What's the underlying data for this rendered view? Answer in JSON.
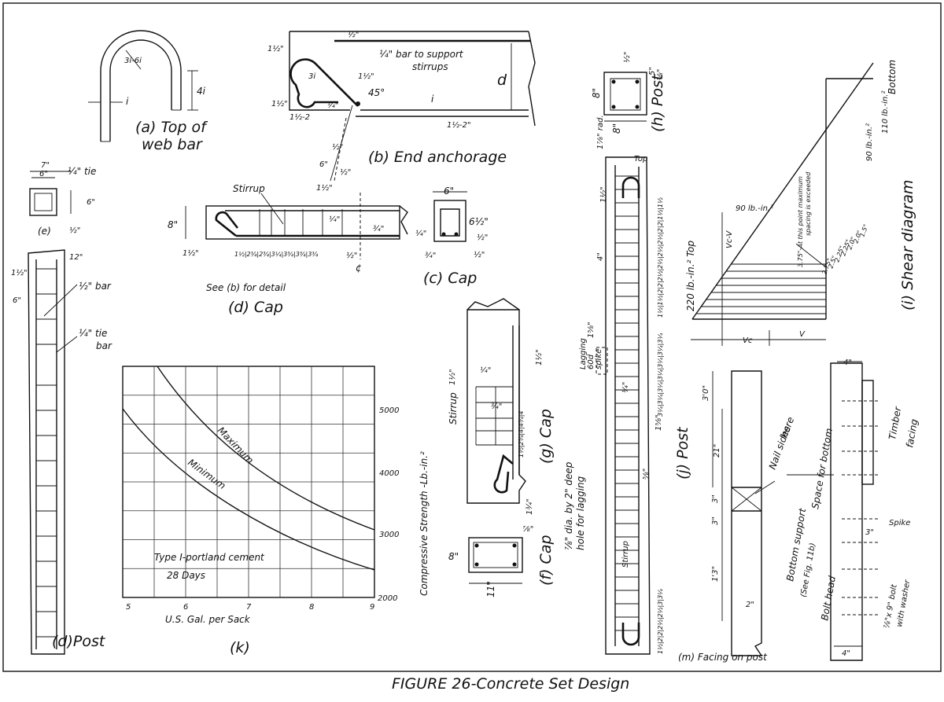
{
  "figure_caption": "FIGURE 26-Concrete Set Design",
  "panel_a": {
    "caption": "(a) Top of",
    "caption2": "web bar",
    "dim_radius": "3i-6i",
    "dim_leg": "4i",
    "dim_dia": "i"
  },
  "panel_b": {
    "caption": "(b) End anchorage",
    "note": "¼\" bar to support",
    "note2": "stirrups",
    "dim_d": "d",
    "dim_angle": "45°",
    "dim_3i": "3i",
    "dim_i": "i",
    "dim_half_top": "½\"",
    "dim_half_left": "1½\"",
    "dim_half_b1": "1½\"",
    "dim_half_b2": "1½-2",
    "dim_half_b3": "1½-2\"",
    "dim_half_mid": "1½\"",
    "dim_quarter": "¼\"",
    "dim_half_c": "½\"",
    "dim_6": "6\"",
    "dim_half_d": "½\""
  },
  "panel_c": {
    "caption": "(c) Cap",
    "dim_w": "6\"",
    "dim_h": "6½\"",
    "dim_r1": "½\"",
    "dim_r2": "½\"",
    "dim_bar": "¼\"",
    "dim_bar2": "¾\""
  },
  "panel_d_cap": {
    "caption": "(d) Cap",
    "note": "See (b) for detail",
    "stirrup_label": "Stirrup",
    "dim_h": "8\"",
    "dim_bot": "1½\"",
    "dim_top": "1½\"",
    "dim_bar": "¼\"",
    "dim_bar2": "¾\"",
    "spacings": "1½|2¾|2¾|3¼|3¾|3¾|3¾",
    "dim_half_r": "½\"",
    "cl": "¢"
  },
  "panel_e": {
    "caption": "(e)",
    "dim_outer": "7\"",
    "dim_inner": "6\"",
    "dim_tie": "¼\" tie",
    "dim_side": "6\"",
    "dim_bot": "½\""
  },
  "panel_d_post": {
    "caption": "(d)Post",
    "dim_top": "1½\"",
    "dim_spacing": "6\"",
    "dim_12": "12\"",
    "bar_main": "½\" bar",
    "bar_tie": "¼\" tie",
    "bar_tie2": "bar"
  },
  "panel_k": {
    "caption": "(k)",
    "xlabel": "U.S. Gal. per Sack",
    "ylabel": "Compressive Strength -Lb.-in.²",
    "note1": "Type I-portland cement",
    "note2": "28 Days",
    "curve_max": "Maximum",
    "curve_min": "Minimum"
  },
  "panel_g": {
    "caption": "(g) Cap",
    "stirrup_label": "Stirrup",
    "dim_top": "1½\"",
    "dim_top2": "1½\"",
    "dim_bar": "¼\"",
    "dim_bar2": "¾\"",
    "spacings": "1½|2¾|4|4¾|4",
    "dim_bot": "1¾\""
  },
  "panel_f": {
    "caption": "(f) Cap",
    "dim_h": "8\"",
    "dim_w": "11\"",
    "dim_bar": "⅞\""
  },
  "panel_h": {
    "caption": "(h) Post",
    "dim_h": "8\"",
    "dim_w": "8\"",
    "dim_half": "½\"",
    "dim_bar": "⅝\"",
    "dim_bar2": "5\""
  },
  "panel_j": {
    "caption": "(j) Post",
    "top_label": "Top",
    "rad": "1⅞\" rad.",
    "lagging": "Lagging",
    "lagging2": "60d",
    "lagging3": "spike",
    "hole": "⅞\" dia. by 2\" deep",
    "hole2": "hole for lagging",
    "stirrup_label": "Stirrup",
    "dim_4": "4\"",
    "dim_1a": "1⅝\"",
    "dim_1b": "1⅝\"",
    "dim_58": "⅝\"",
    "dim_14": "¼\"",
    "spacings_top": "1½|1½|2|2|2½|2½|2½|2½|2|2|1½|1½",
    "spacings_mid": "3¼|3¼|3¼|3¼|3¼|3¼|3¼",
    "spacings_bot": "1½|2|2|2½|2½|3|3¼",
    "dim_12b": "1½\""
  },
  "panel_i": {
    "caption": "(i) Shear diagram",
    "bottom_label": "Bottom",
    "top_label": "220 lb.-in.² Top",
    "v110": "110 lb.-in.²",
    "v90a": "90 lb.-in.²",
    "v90b": "90 lb.-in.²",
    "vc": "Vc-V",
    "note": "3.75\"-At this point maximum",
    "note2": "spacing is exceeded",
    "spacings": [
      "2.75\"",
      "2.5\"",
      "2.25\"",
      "2.25\"",
      "2.0\"",
      "2.0\"",
      "1.5\""
    ],
    "dim_v": "V",
    "dim_vc": "Vc"
  },
  "panel_m": {
    "caption": "(m) Facing on post",
    "nail": "Nail sides",
    "nail2": "here",
    "space": "Space for bottom",
    "support": "Bottom support",
    "support2": "(See Fig. 11b)",
    "bolt": "Bolt head",
    "bolt_spec": "⅞\"x 9\" bolt",
    "bolt_spec2": "with washer",
    "timber": "Timber",
    "timber2": "facing",
    "spike": "Spike",
    "dim_30": "3'0\"",
    "dim_21": "21\"",
    "dim_3": "3\"",
    "dim_3b": "3\"",
    "dim_13": "1'3\"",
    "dim_2": "2\"",
    "dim_4t": "4\"",
    "dim_4b": "4\"",
    "dim_3c": "3\""
  }
}
